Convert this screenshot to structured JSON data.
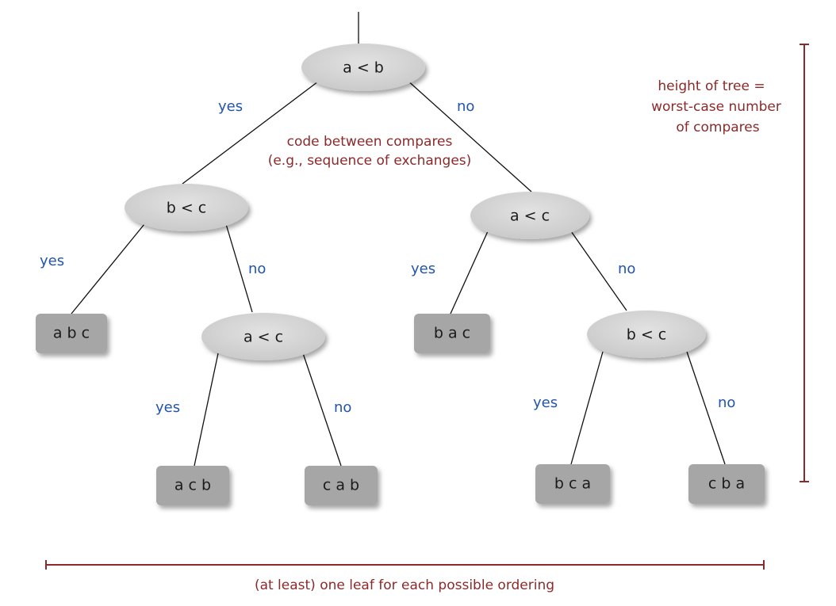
{
  "nodes": {
    "root": "a < b",
    "left": "b < c",
    "right": "a < c",
    "left_right": "a < c",
    "right_right": "b < c"
  },
  "leaves": {
    "abc": "a b c",
    "acb": "a c b",
    "cab": "c a b",
    "bac": "b a c",
    "bca": "b c a",
    "cba": "c b a"
  },
  "branch_labels": {
    "yes": "yes",
    "no": "no"
  },
  "annotations": {
    "code_line1": "code between compares",
    "code_line2": "(e.g., sequence of exchanges)",
    "height_line1": "height of tree =",
    "height_line2": "worst-case number",
    "height_line3": "of compares",
    "leaf_note": "(at least) one leaf for each possible ordering"
  },
  "colors": {
    "node_fill": "#d4d4d4",
    "leaf_fill": "#a6a6a6",
    "branch_label": "#2255aa",
    "annotation": "#8b2a2a"
  }
}
